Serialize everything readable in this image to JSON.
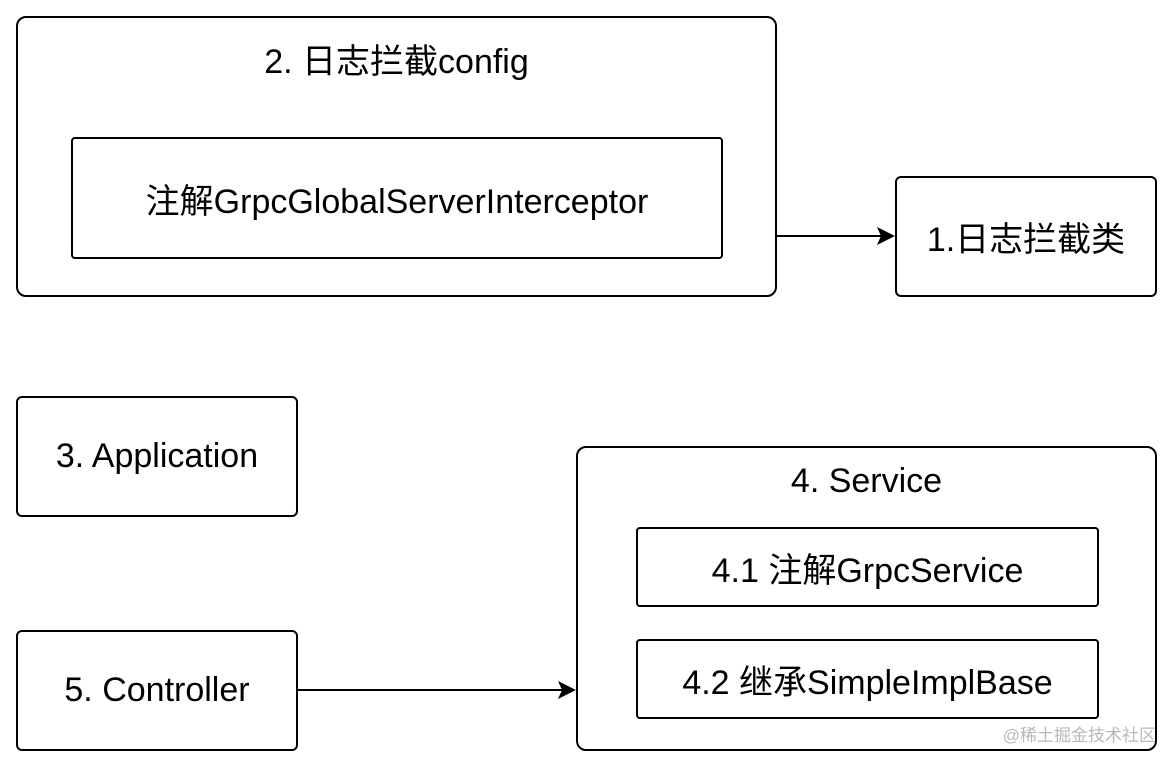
{
  "diagram": {
    "config_group": {
      "title": "2. 日志拦截config",
      "inner_label": "注解GrpcGlobalServerInterceptor"
    },
    "interceptor_class": {
      "label": "1.日志拦截类"
    },
    "application": {
      "label": "3. Application"
    },
    "service_group": {
      "title": "4. Service",
      "items": [
        {
          "label": "4.1 注解GrpcService"
        },
        {
          "label": "4.2 继承SimpleImplBase"
        }
      ]
    },
    "controller": {
      "label": "5. Controller"
    },
    "edges": [
      {
        "from": "config_group",
        "to": "interceptor_class"
      },
      {
        "from": "controller",
        "to": "service_group"
      }
    ]
  },
  "watermark": {
    "text": "@稀土掘金技术社区"
  }
}
